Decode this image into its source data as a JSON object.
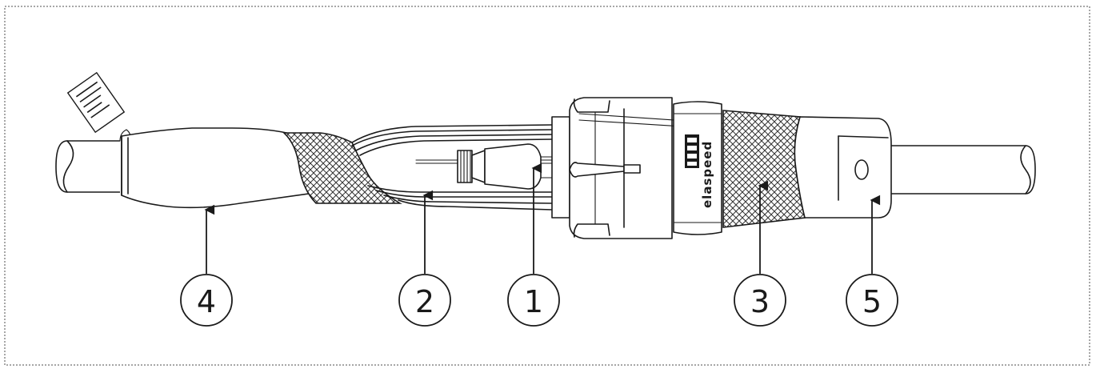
{
  "diagram": {
    "brand_text": "elaspeed",
    "callouts": [
      {
        "id": "c4",
        "number": "4"
      },
      {
        "id": "c2",
        "number": "2"
      },
      {
        "id": "c1",
        "number": "1"
      },
      {
        "id": "c3",
        "number": "3"
      },
      {
        "id": "c5",
        "number": "5"
      }
    ]
  }
}
